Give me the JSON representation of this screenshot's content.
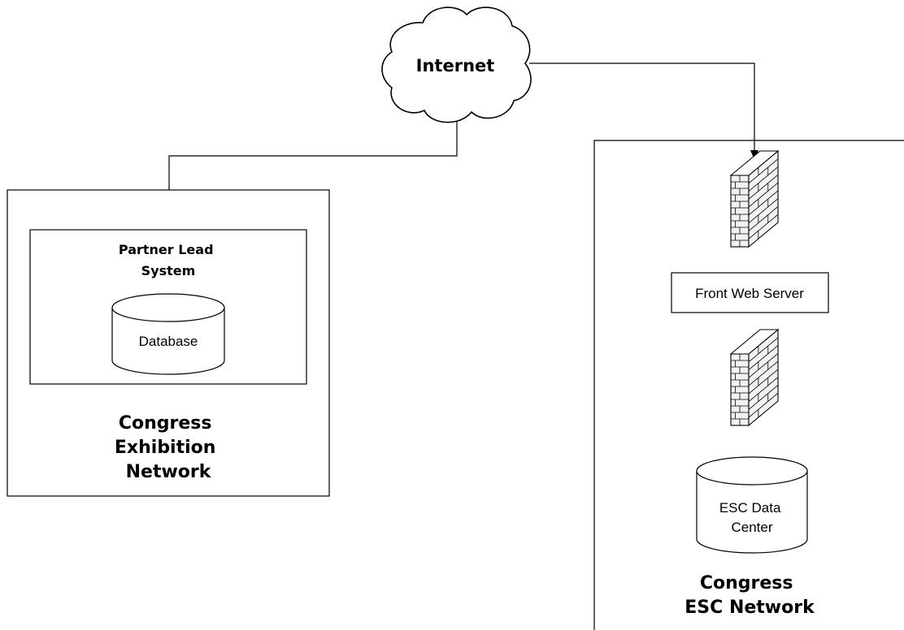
{
  "cloud": {
    "label": "Internet"
  },
  "exhibition_network": {
    "title_lines": [
      "Congress",
      "Exhibition",
      "Network"
    ],
    "partner_system": {
      "title_lines": [
        "Partner Lead",
        "System"
      ],
      "database_label": "Database"
    }
  },
  "esc_network": {
    "title_lines": [
      "Congress",
      "ESC Network"
    ],
    "web_server_label": "Front Web Server",
    "data_center_lines": [
      "ESC Data",
      "Center"
    ]
  },
  "colors": {
    "stroke": "#000000",
    "background": "#ffffff",
    "brick_fill": "#f2f2f2"
  }
}
